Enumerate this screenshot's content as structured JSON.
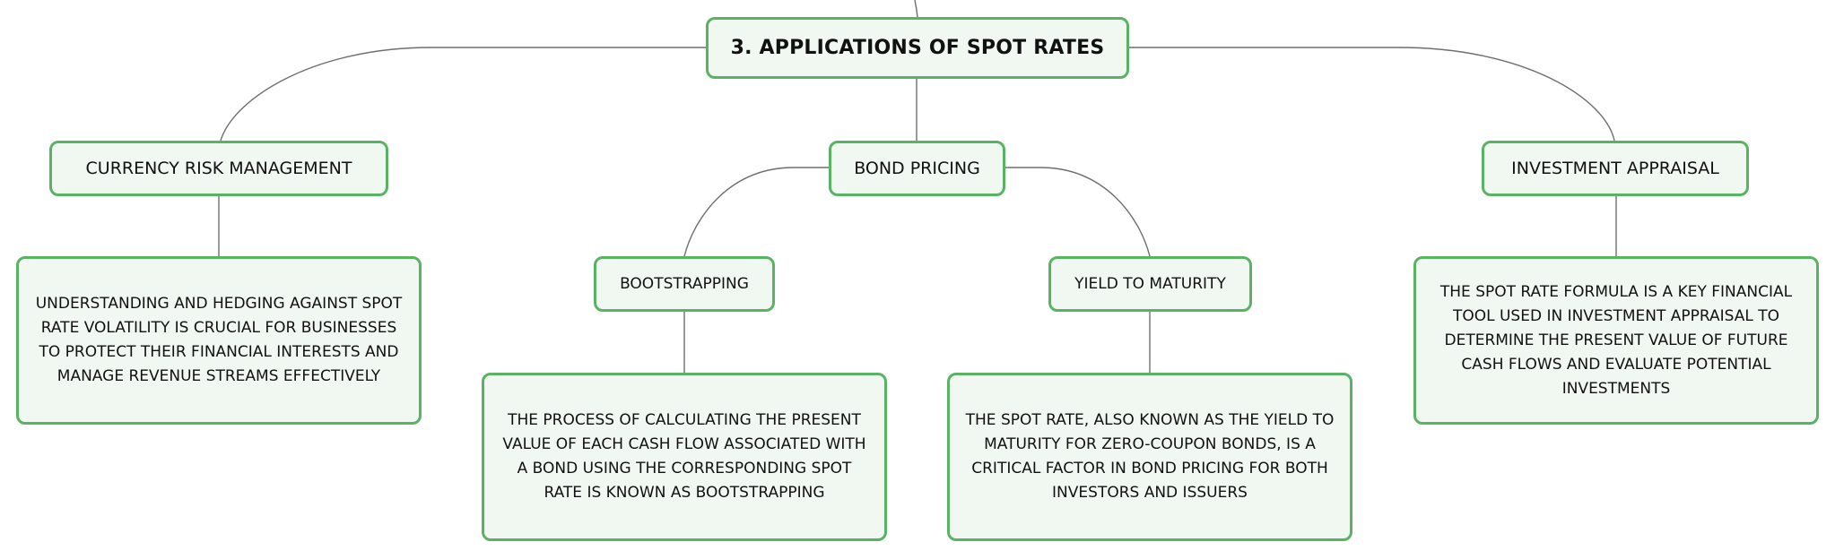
{
  "root": {
    "label": "3. APPLICATIONS OF SPOT RATES"
  },
  "topics": {
    "currency": {
      "label": "CURRENCY RISK MANAGEMENT",
      "description": "UNDERSTANDING AND HEDGING AGAINST SPOT RATE VOLATILITY IS CRUCIAL FOR BUSINESSES TO PROTECT THEIR FINANCIAL INTERESTS AND MANAGE REVENUE STREAMS EFFECTIVELY"
    },
    "bond": {
      "label": "BOND PRICING",
      "subtopics": {
        "bootstrapping": {
          "label": "BOOTSTRAPPING",
          "description": "THE PROCESS OF CALCULATING THE PRESENT VALUE OF EACH CASH FLOW ASSOCIATED WITH A BOND USING THE CORRESPONDING SPOT RATE IS KNOWN AS BOOTSTRAPPING"
        },
        "ytm": {
          "label": "YIELD TO MATURITY",
          "description": "THE SPOT RATE, ALSO KNOWN AS THE YIELD TO MATURITY FOR ZERO-COUPON BONDS, IS A CRITICAL FACTOR IN BOND PRICING FOR BOTH INVESTORS AND ISSUERS"
        }
      }
    },
    "investment": {
      "label": "INVESTMENT APPRAISAL",
      "description": "THE SPOT RATE FORMULA IS A KEY FINANCIAL TOOL USED IN INVESTMENT APPRAISAL TO DETERMINE THE PRESENT VALUE OF FUTURE CASH FLOWS AND EVALUATE POTENTIAL INVESTMENTS"
    }
  },
  "colors": {
    "node_border": "#58b462",
    "node_fill": "#f1f8f2",
    "connector": "#6e6e6e"
  }
}
